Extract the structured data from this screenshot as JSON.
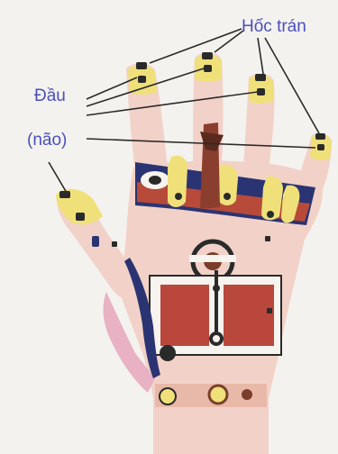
{
  "labels": {
    "forehead": "Hốc trán",
    "head": "Đầu",
    "brain": "(não)"
  },
  "colors": {
    "label": "#4a4fc0",
    "skin": "#f2d2c8",
    "skin_shadow": "#e3b7aa",
    "yellow": "#efe07a",
    "navy": "#2b3472",
    "red_band": "#b84a3a",
    "panel_red": "#b9473c",
    "panel_white": "#f7f3ee",
    "pink_palm": "#e8b2c4",
    "brown": "#7b3e2a",
    "leader_line": "#2a2a2a"
  }
}
